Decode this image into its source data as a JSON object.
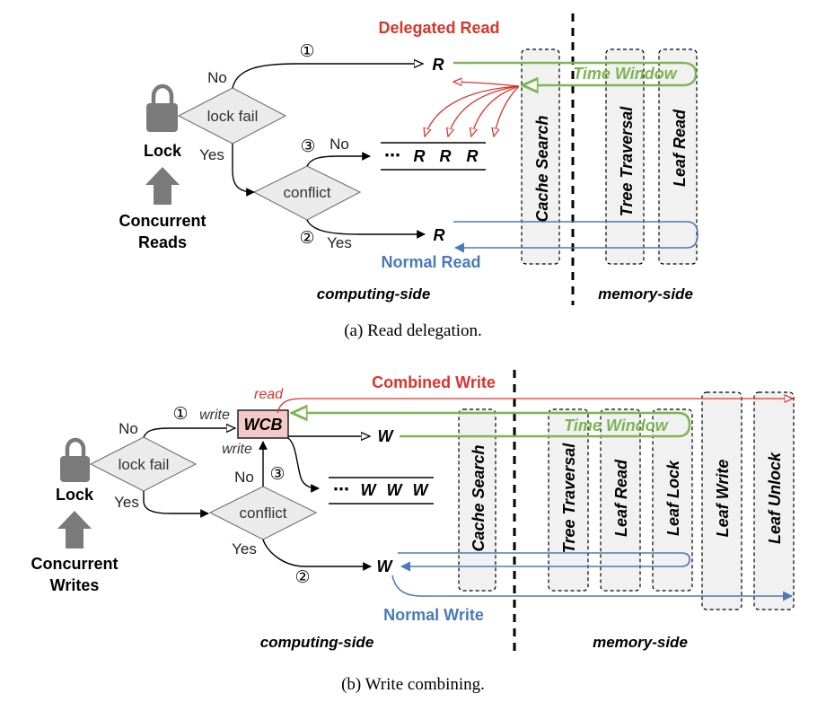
{
  "panel_a": {
    "title": "Delegated Read",
    "time_window": "Time Window",
    "normal_label": "Normal Read",
    "lock_label": "Lock",
    "lock_fail": "lock fail",
    "conflict": "conflict",
    "no_top": "No",
    "yes_left": "Yes",
    "no_mid": "No",
    "yes_bottom": "Yes",
    "step1": "①",
    "step2": "②",
    "step3": "③",
    "req_top": "R",
    "req_bottom": "R",
    "queued_dots": "⋯",
    "queued": [
      "R",
      "R",
      "R"
    ],
    "source_line1": "Concurrent",
    "source_line2": "Reads",
    "computing_side": "computing-side",
    "memory_side": "memory-side",
    "stages": [
      "Cache Search",
      "Tree Traversal",
      "Leaf Read"
    ],
    "caption": "(a) Read delegation."
  },
  "panel_b": {
    "title": "Combined Write",
    "read_label": "read",
    "write_label_top": "write",
    "write_label_mid": "write",
    "wcb": "WCB",
    "time_window": "Time Window",
    "normal_label": "Normal Write",
    "lock_label": "Lock",
    "lock_fail": "lock fail",
    "conflict": "conflict",
    "no_top": "No",
    "yes_left": "Yes",
    "no_mid": "No",
    "yes_bottom": "Yes",
    "step1": "①",
    "step2": "②",
    "step3": "③",
    "req_top": "W",
    "req_bottom": "W",
    "queued_dots": "⋯",
    "queued": [
      "W",
      "W",
      "W"
    ],
    "source_line1": "Concurrent",
    "source_line2": "Writes",
    "computing_side": "computing-side",
    "memory_side": "memory-side",
    "stages": [
      "Cache Search",
      "Tree Traversal",
      "Leaf Read",
      "Leaf Lock",
      "Leaf Write",
      "Leaf Unlock"
    ],
    "caption": "(b) Write combining."
  },
  "colors": {
    "red": "#d9352b",
    "green": "#7cb653",
    "blue": "#4a7ab8",
    "gray": "#7a7a7a",
    "diamond_fill": "#ebebeb",
    "stage_fill": "#f1f1f1",
    "wcb_fill": "#f6c9c9"
  }
}
